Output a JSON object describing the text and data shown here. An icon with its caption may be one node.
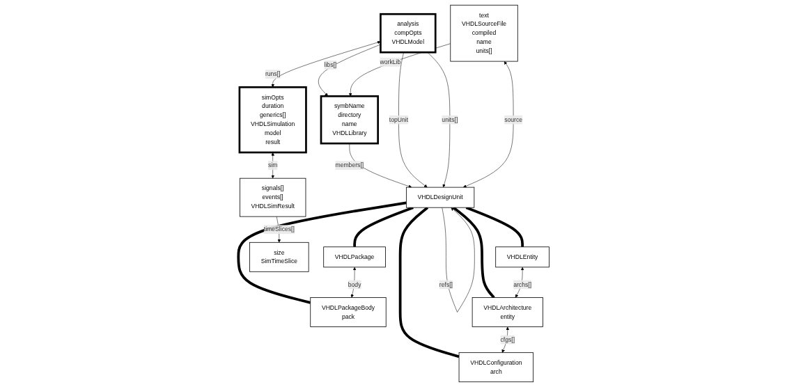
{
  "diagram": {
    "nodes": [
      {
        "text": [
          "symbName",
          "directory",
          "name",
          "VHDLLibrary"
        ]
      },
      {
        "text": [
          "analysis",
          "compOpts",
          "VHDLModel"
        ]
      },
      {
        "text": [
          "simOpts",
          "duration",
          "generics[]",
          "VHDLSimulation",
          "model",
          "result"
        ]
      },
      {
        "text": [
          "text",
          "VHDLSourceFile",
          "compiled",
          "name",
          "units[]"
        ]
      },
      {
        "text": [
          "VHDLDesignUnit"
        ]
      },
      {
        "text": [
          "signals[]",
          "events[]",
          "VHDLSimResult"
        ]
      },
      {
        "text": [
          "VHDLPackage"
        ]
      },
      {
        "text": [
          "VHDLPackageBody",
          "pack"
        ]
      },
      {
        "text": [
          "size",
          "SimTimeSlice"
        ]
      },
      {
        "text": [
          "VHDLEntity"
        ]
      },
      {
        "text": [
          "VHDLArchitecture",
          "entity"
        ]
      },
      {
        "text": [
          "VHDLConfiguration",
          "arch"
        ]
      }
    ],
    "edges": [
      {
        "from": 1,
        "to": 0,
        "arrow": "to",
        "label": "libs[]"
      },
      {
        "from": 1,
        "to": 2,
        "arrow": "both",
        "label": "runs[]"
      },
      {
        "from": 0,
        "to": 4,
        "arrow": "to",
        "label": "members[]"
      },
      {
        "from": 1,
        "to": 4,
        "arrow": "to",
        "label": "topUnit"
      },
      {
        "from": 1,
        "to": 4,
        "arrow": "to",
        "label": "units[]"
      },
      {
        "from": 3,
        "to": 0,
        "arrow": "to",
        "label": "workLib"
      },
      {
        "from": 3,
        "to": 4,
        "arrow": "both",
        "label": "source"
      },
      {
        "from": 4,
        "to": 4,
        "arrow": "to",
        "label": "refs[]"
      },
      {
        "from": 2,
        "to": 5,
        "arrow": "both",
        "label": "sim"
      },
      {
        "from": 5,
        "to": 8,
        "arrow": "to",
        "label": "timeSlices[]"
      },
      {
        "from": 4,
        "to": 6,
        "arrow": "none",
        "style": "thick"
      },
      {
        "from": 4,
        "to": 7,
        "arrow": "none",
        "style": "thick"
      },
      {
        "from": 6,
        "to": 7,
        "arrow": "both",
        "label": "body"
      },
      {
        "from": 4,
        "to": 9,
        "arrow": "none",
        "style": "thick"
      },
      {
        "from": 4,
        "to": 10,
        "arrow": "none",
        "style": "thick"
      },
      {
        "from": 4,
        "to": 11,
        "arrow": "none",
        "style": "thick"
      },
      {
        "from": 9,
        "to": 10,
        "arrow": "both",
        "label": "archs[]"
      },
      {
        "from": 10,
        "to": 11,
        "arrow": "both",
        "label": "cfgs[]"
      }
    ]
  }
}
